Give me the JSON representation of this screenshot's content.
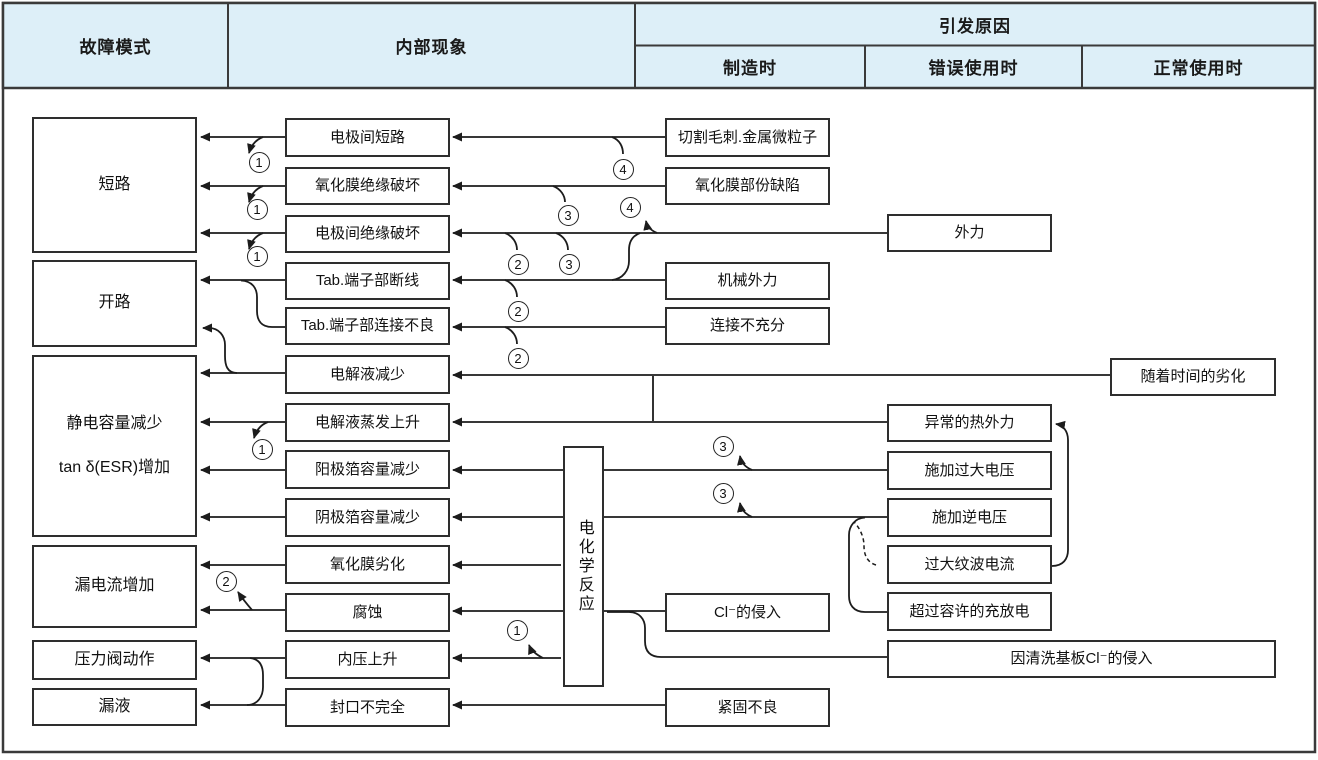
{
  "header": {
    "col_failure_mode": "故障模式",
    "col_internal_phenomenon": "内部现象",
    "col_cause": "引发原因",
    "sub_cols": [
      "制造时",
      "错误使用时",
      "正常使用时"
    ]
  },
  "nodes": {
    "failure": [
      "短路",
      "开路",
      "静电容量减少",
      "tan δ(ESR)增加",
      "漏电流增加",
      "压力阀动作",
      "漏液"
    ],
    "internal": [
      "电极间短路",
      "氧化膜绝缘破坏",
      "电极间绝缘破坏",
      "Tab.端子部断线",
      "Tab.端子部连接不良",
      "电解液减少",
      "电解液蒸发上升",
      "阳极箔容量减少",
      "阴极箔容量减少",
      "氧化膜劣化",
      "腐蚀",
      "内压上升",
      "封口不完全"
    ],
    "reaction": "电化学反应",
    "manufacturing": [
      "切割毛刺.金属微粒子",
      "氧化膜部份缺陷",
      "机械外力",
      "连接不充分",
      "Cl⁻的侵入",
      "紧固不良"
    ],
    "misuse": [
      "外力",
      "异常的热外力",
      "施加过大电压",
      "施加逆电压",
      "过大纹波电流",
      "超过容许的充放电",
      "因清洗基板Cl⁻的侵入"
    ],
    "normal_use": [
      "随着时间的劣化"
    ]
  },
  "connectors": [
    {
      "n": "1"
    },
    {
      "n": "1"
    },
    {
      "n": "1"
    },
    {
      "n": "1"
    },
    {
      "n": "1"
    },
    {
      "n": "2"
    },
    {
      "n": "2"
    },
    {
      "n": "2"
    },
    {
      "n": "2"
    },
    {
      "n": "3"
    },
    {
      "n": "3"
    },
    {
      "n": "3"
    },
    {
      "n": "3"
    },
    {
      "n": "4"
    },
    {
      "n": "4"
    }
  ],
  "colors": {
    "header_bg": "#ddeff8",
    "outer_border": "#3a3a3a",
    "box_border": "#2e2e2e",
    "line": "#1c1c1c"
  }
}
